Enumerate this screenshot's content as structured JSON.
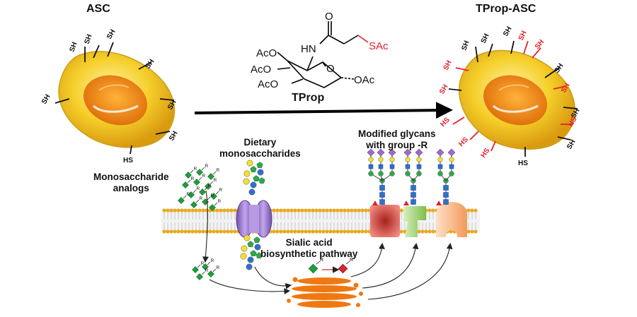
{
  "titles": {
    "left": "ASC",
    "right": "TProp-ASC",
    "reagent": "TProp"
  },
  "thiol_labels": {
    "sh": "SH",
    "hs": "HS"
  },
  "molecule": {
    "carbonyl_o": "O",
    "nh": "HN",
    "sac": "SAc",
    "ring_o": "O",
    "oac_top": "AcO",
    "oac_mid": "AcO",
    "oac_low": "AcO",
    "oac_right": "OAc"
  },
  "labels": {
    "analogs_line1": "Monosaccharide",
    "analogs_line2": "analogs",
    "dietary_line1": "Dietary",
    "dietary_line2": "monosaccharides",
    "glycans_line1": "Modified glycans",
    "glycans_line2": "with group -R",
    "pathway_line1": "Sialic acid",
    "pathway_line2": "biosynthetic pathway",
    "r_group": "R"
  },
  "colors": {
    "cell_yellow": "#f2c21a",
    "nucleus_orange": "#f08a12",
    "red_thiol": "#e5202a",
    "membrane_head": "#e9a820",
    "golgi": "#f07812",
    "transporter": "#9a72c8",
    "protein_red": "#d8443a",
    "protein_green": "#9ccd6a",
    "protein_peach": "#f6b27a",
    "glcnac_blue": "#2f6fd0",
    "gal_yellow": "#f4e12a",
    "sia_purple": "#a06cc8",
    "fuc_red": "#d8262b",
    "analog_green": "#1f9e3a"
  }
}
